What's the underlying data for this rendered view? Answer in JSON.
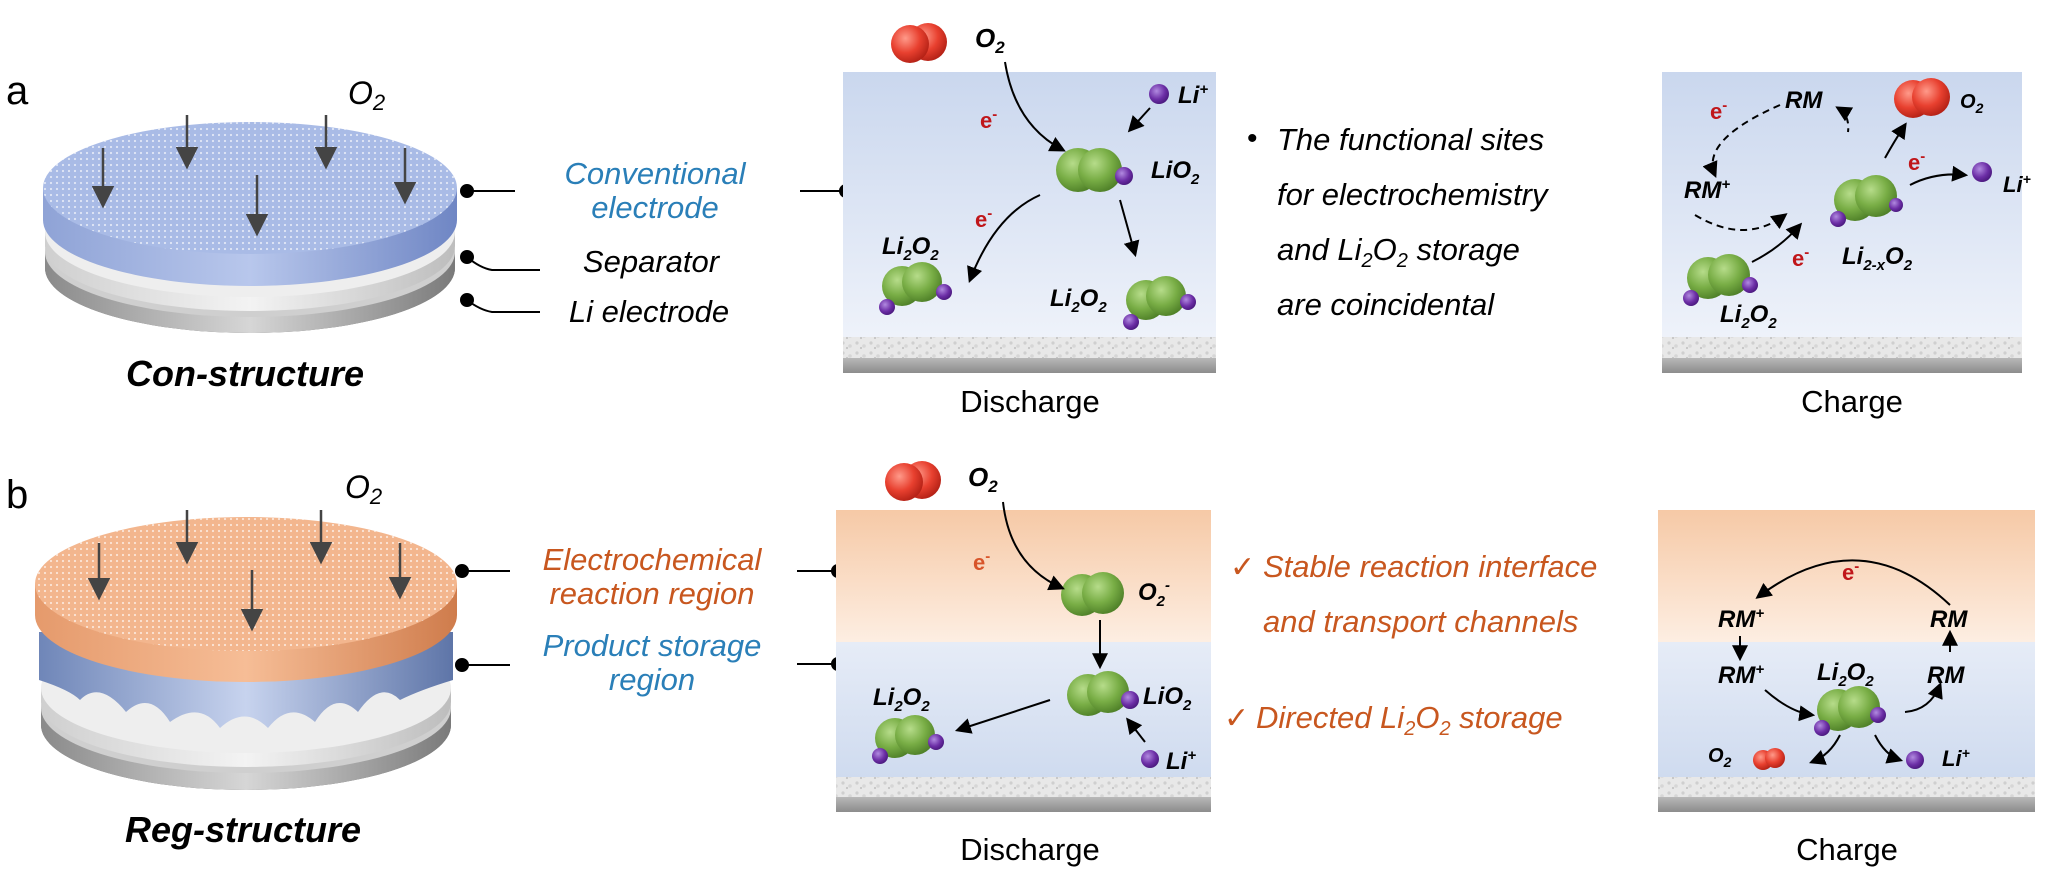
{
  "panel_a": {
    "letter": "a",
    "o2": "O",
    "o2_sub": "2",
    "structure_name": "Con-structure",
    "labels": {
      "conventional_1": "Conventional",
      "conventional_2": "electrode",
      "separator": "Separator",
      "li_electrode": "Li electrode"
    },
    "discharge": {
      "caption": "Discharge",
      "o2": "O",
      "o2_sub": "2",
      "eminus": "e",
      "eminus_sup": "-",
      "li_plus": "Li",
      "li_plus_sup": "+",
      "lio2": "LiO",
      "lio2_sub": "2",
      "li2o2_a": "Li",
      "li2o2_b": "2",
      "li2o2_c": "O",
      "li2o2_d": "2"
    },
    "bullet": {
      "mark": "•",
      "line1": "The functional sites",
      "line2": "for electrochemistry",
      "line3_a": "and Li",
      "line3_b": "2",
      "line3_c": "O",
      "line3_d": "2",
      "line3_e": " storage",
      "line4": "are coincidental"
    },
    "charge": {
      "caption": "Charge",
      "rm": "RM",
      "rm_plus": "RM",
      "plus": "+",
      "eminus": "e",
      "eminus_sup": "-",
      "o2": "O",
      "o2_sub": "2",
      "li_plus": "Li",
      "li_plus_sup": "+",
      "li2xo2_a": "Li",
      "li2xo2_b": "2-x",
      "li2xo2_c": "O",
      "li2xo2_d": "2",
      "li2o2_a": "Li",
      "li2o2_b": "2",
      "li2o2_c": "O",
      "li2o2_d": "2"
    }
  },
  "panel_b": {
    "letter": "b",
    "o2": "O",
    "o2_sub": "2",
    "structure_name": "Reg-structure",
    "labels": {
      "electrochem_1": "Electrochemical",
      "electrochem_2": "reaction region",
      "product_1": "Product storage",
      "product_2": "region"
    },
    "discharge": {
      "caption": "Discharge",
      "o2": "O",
      "o2_sub": "2",
      "eminus": "e",
      "eminus_sup": "-",
      "superoxide": "O",
      "superoxide_sub": "2",
      "superoxide_sup": "-",
      "lio2": "LiO",
      "lio2_sub": "2",
      "li_plus": "Li",
      "li_plus_sup": "+",
      "li2o2_a": "Li",
      "li2o2_b": "2",
      "li2o2_c": "O",
      "li2o2_d": "2"
    },
    "checks": {
      "mark": "✓",
      "line1": "Stable reaction interface",
      "line2": "and transport channels",
      "line3_a": "Directed Li",
      "line3_b": "2",
      "line3_c": "O",
      "line3_d": "2",
      "line3_e": " storage"
    },
    "charge": {
      "caption": "Charge",
      "eminus": "e",
      "eminus_sup": "-",
      "rm": "RM",
      "rm_plus": "RM",
      "plus": "+",
      "o2": "O",
      "o2_sub": "2",
      "li_plus": "Li",
      "li_plus_sup": "+",
      "li2o2_a": "Li",
      "li2o2_b": "2",
      "li2o2_c": "O",
      "li2o2_d": "2"
    }
  },
  "colors": {
    "blue_text": "#2a7fb8",
    "orange_text": "#c8571f",
    "red_e": "#c0161a",
    "green": "#6fa83e",
    "purple": "#6d2fa3",
    "o2_red": "#e0362a",
    "blue_region": "#dde6f5",
    "orange_region": "#f8d6bd"
  }
}
